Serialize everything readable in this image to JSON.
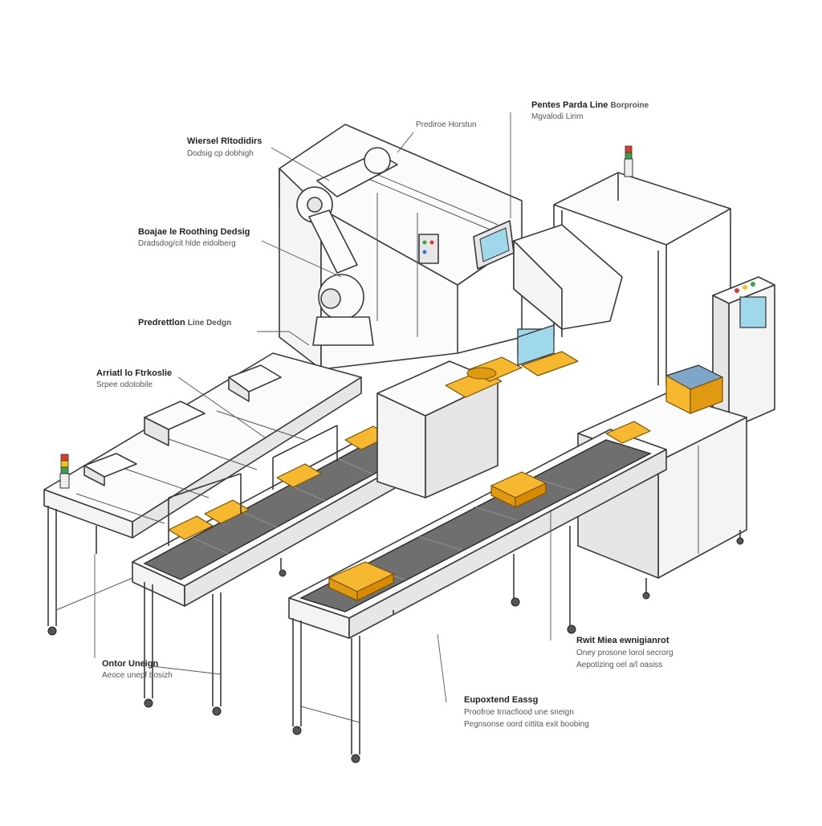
{
  "labels": {
    "partes": {
      "title": "Pentes Parda Line",
      "title_suffix": "Borproine",
      "sub": "Mgvalodi Lirim"
    },
    "predhoe": {
      "title": "Prediroe Horstun"
    },
    "wiersel": {
      "title": "Wiersel Rltodidirs",
      "sub": "Dodsig cp dobhigh"
    },
    "boajae": {
      "title": "Boajae le Roothing Dedsig",
      "sub": "Dradsdog/cit hlde eidolberg"
    },
    "prodtion": {
      "title": "Predrettlon",
      "title_suffix": "Line Dedgn"
    },
    "arriati": {
      "title": "Arriatl lo Ftrkoslie",
      "sub": "Srpee odotobile"
    },
    "ontor": {
      "title": "Ontor Uneign",
      "sub": "Aeoce unepf bosizh"
    },
    "rwit": {
      "title": "Rwit Miea ewnigianrot",
      "sub": "Oney prosone lorol secrorg",
      "sub2": "Aepotizing oel a/l oasiss"
    },
    "eupoxtend": {
      "title": "Eupoxtend Eassg",
      "sub": "Proofroe trnacfiood une sneign",
      "sub2": "Pegnsonse oord cittita exit boobing"
    }
  },
  "colors": {
    "product": "#f5b82e",
    "product_dark": "#e09a12",
    "screen": "#9fd8ea",
    "belt": "#6f6f6f",
    "frame": "#f4f4f4",
    "beacon_red": "#e23b2e",
    "beacon_yellow": "#f0c419",
    "beacon_green": "#3aa34a"
  },
  "icons": [
    "stack-light-icon",
    "control-panel-icon",
    "robot-arm-icon"
  ]
}
